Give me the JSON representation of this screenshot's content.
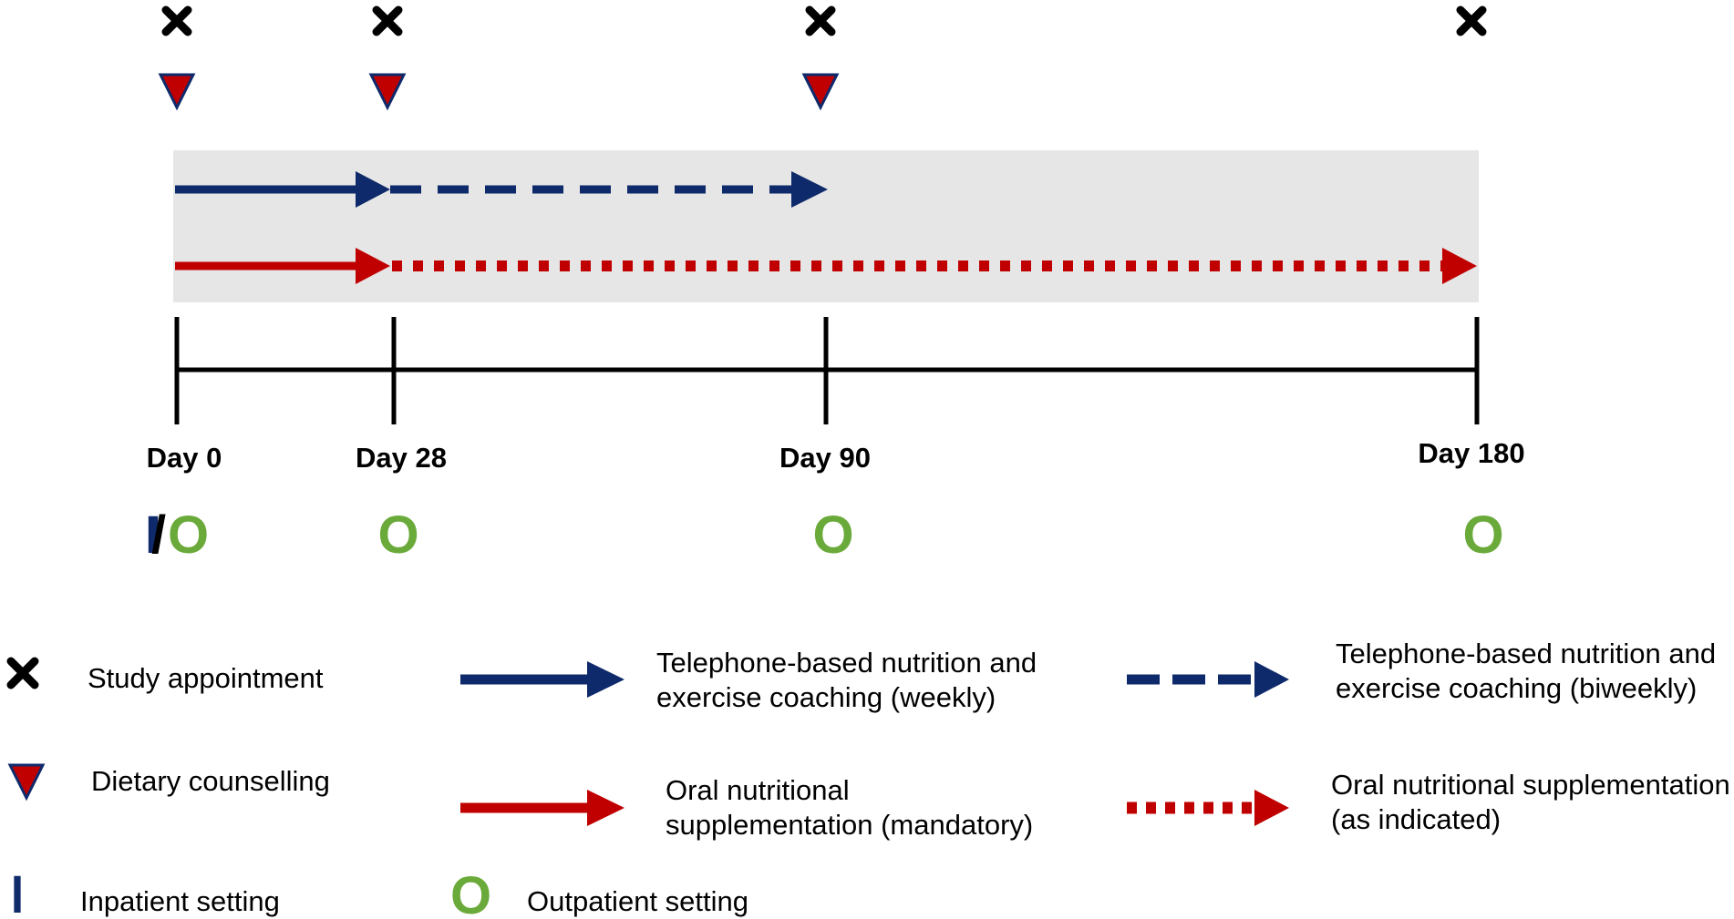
{
  "colors": {
    "navy": "#0f2a6b",
    "red": "#c00000",
    "green": "#6aaa3a",
    "shade": "#e6e6e6",
    "black": "#000000"
  },
  "timeline": {
    "days": [
      {
        "label": "Day 0",
        "day": 0
      },
      {
        "label": "Day 28",
        "day": 28
      },
      {
        "label": "Day 90",
        "day": 90
      },
      {
        "label": "Day 180",
        "day": 180
      }
    ],
    "study_appointment_days": [
      0,
      28,
      90,
      180
    ],
    "dietary_counselling_days": [
      0,
      28,
      90
    ],
    "settings": {
      "day0_inpatient": "I",
      "day0_slash": "/",
      "day0_outpatient": "O",
      "day28": "O",
      "day90": "O",
      "day180": "O"
    },
    "coaching_weekly_days": [
      0,
      28
    ],
    "coaching_biweekly_days": [
      28,
      90
    ],
    "ons_mandatory_days": [
      0,
      28
    ],
    "ons_as_indicated_days": [
      28,
      180
    ]
  },
  "legend": {
    "study_appointment": "Study appointment",
    "dietary_counselling": "Dietary counselling",
    "inpatient_symbol": "I",
    "inpatient": "Inpatient setting",
    "outpatient_symbol": "O",
    "outpatient": "Outpatient setting",
    "coaching_weekly_line1": "Telephone-based nutrition and",
    "coaching_weekly_line2": "exercise coaching (weekly)",
    "coaching_biweekly_line1": "Telephone-based nutrition and",
    "coaching_biweekly_line2": "exercise coaching (biweekly)",
    "ons_mandatory_line1": "Oral nutritional",
    "ons_mandatory_line2": "supplementation (mandatory)",
    "ons_indicated_line1": "Oral nutritional supplementation",
    "ons_indicated_line2": "(as indicated)"
  }
}
